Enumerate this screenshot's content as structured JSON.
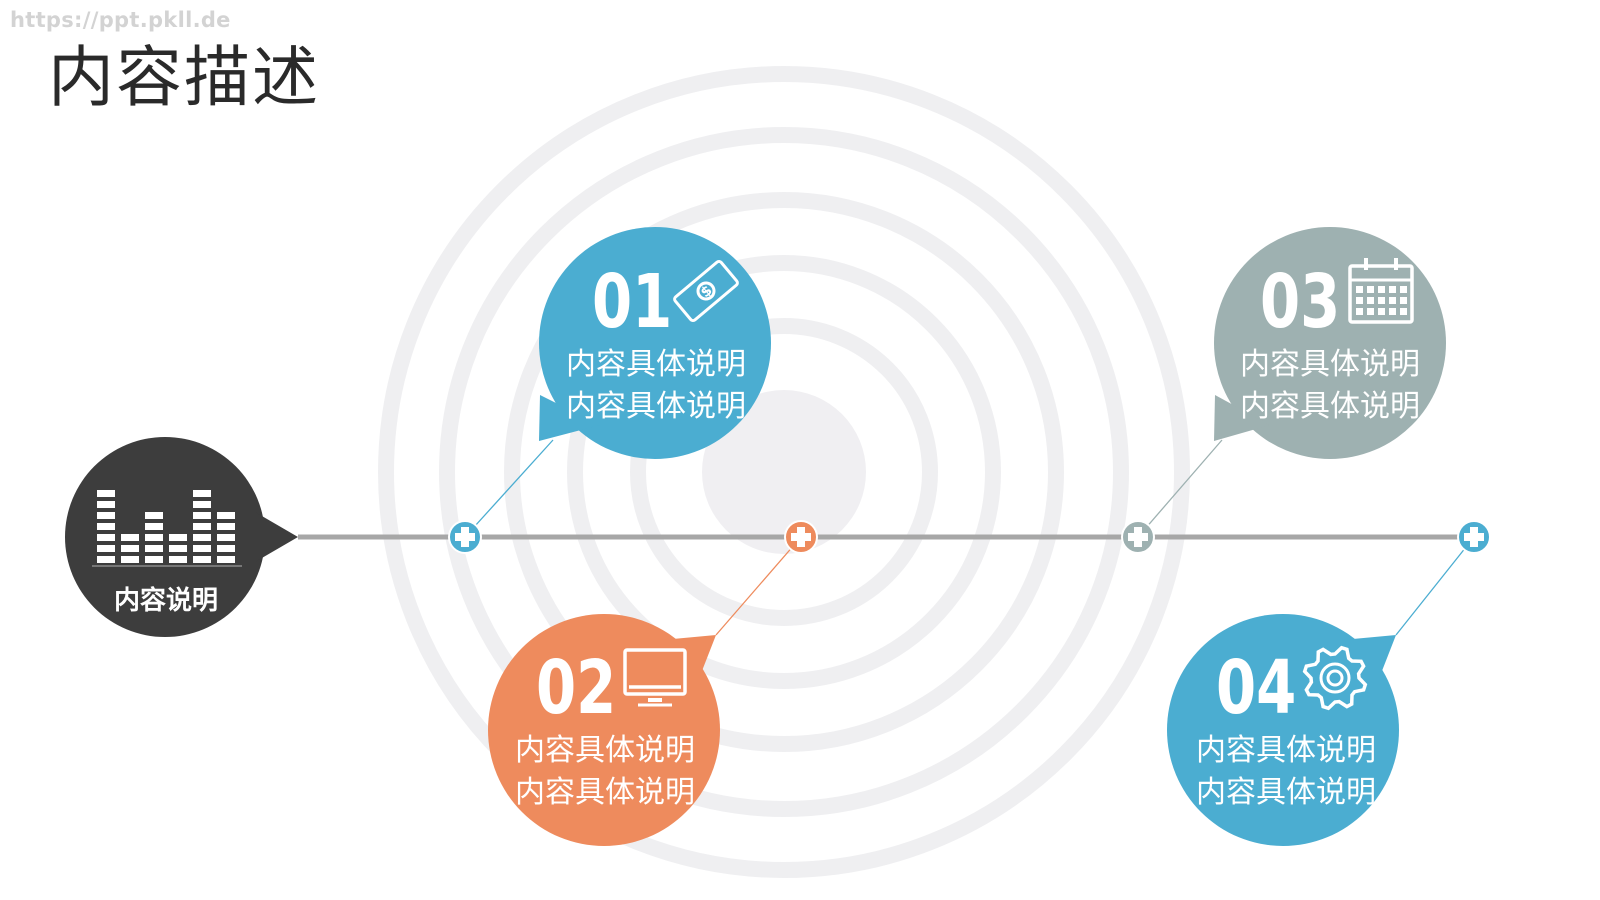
{
  "watermark": "https://ppt.pkll.de",
  "title": "内容描述",
  "hub": {
    "label": "内容说明",
    "icon": "equalizer-bars-icon",
    "color": "#3d3d3d"
  },
  "timeline": {
    "line_color": "#a7a7a7",
    "markers": [
      {
        "name": "marker-1",
        "color": "#4badd1"
      },
      {
        "name": "marker-2",
        "color": "#ee8b5d"
      },
      {
        "name": "marker-3",
        "color": "#9eb1b1"
      },
      {
        "name": "marker-4",
        "color": "#4badd1"
      }
    ]
  },
  "items": [
    {
      "number": "01",
      "icon": "money-bill-icon",
      "color": "#4badd1",
      "line1": "内容具体说明",
      "line2": "内容具体说明"
    },
    {
      "number": "02",
      "icon": "monitor-icon",
      "color": "#ee8b5d",
      "line1": "内容具体说明",
      "line2": "内容具体说明"
    },
    {
      "number": "03",
      "icon": "calendar-icon",
      "color": "#9eb1b1",
      "line1": "内容具体说明",
      "line2": "内容具体说明"
    },
    {
      "number": "04",
      "icon": "gear-icon",
      "color": "#4badd1",
      "line1": "内容具体说明",
      "line2": "内容具体说明"
    }
  ]
}
